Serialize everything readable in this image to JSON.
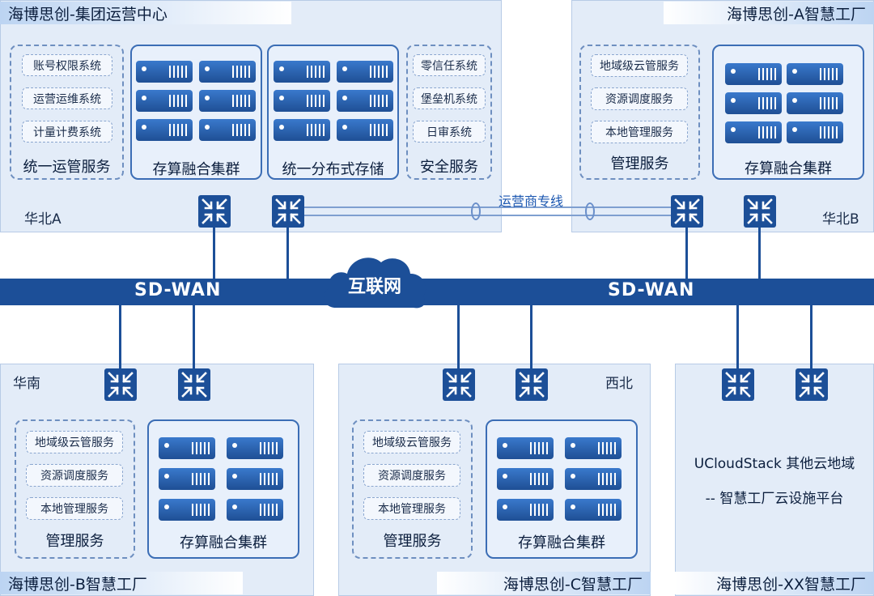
{
  "center": {
    "title": "海博思创-集团运营中心",
    "region": "华北A",
    "ops_items": [
      "账号权限系统",
      "运营运维系统",
      "计量计费系统"
    ],
    "ops_label": "统一运管服务",
    "cluster_label": "存算融合集群",
    "storage_label": "统一分布式存储",
    "security_items": [
      "零信任系统",
      "堡垒机系统",
      "日审系统"
    ],
    "security_label": "安全服务"
  },
  "factory_a": {
    "title": "海博思创-A智慧工厂",
    "region": "华北B",
    "mgmt_items": [
      "地域级云管服务",
      "资源调度服务",
      "本地管理服务"
    ],
    "mgmt_label": "管理服务",
    "cluster_label": "存算融合集群"
  },
  "factory_b": {
    "title": "海博思创-B智慧工厂",
    "region": "华南",
    "mgmt_items": [
      "地域级云管服务",
      "资源调度服务",
      "本地管理服务"
    ],
    "mgmt_label": "管理服务",
    "cluster_label": "存算融合集群"
  },
  "factory_c": {
    "title": "海博思创-C智慧工厂",
    "region": "西北",
    "mgmt_items": [
      "地域级云管服务",
      "资源调度服务",
      "本地管理服务"
    ],
    "mgmt_label": "管理服务",
    "cluster_label": "存算融合集群"
  },
  "factory_xx": {
    "title": "海博思创-XX智慧工厂",
    "line1": "UCloudStack 其他云地域",
    "line2": "-- 智慧工厂云设施平台"
  },
  "network": {
    "sdwan_left": "SD-WAN",
    "sdwan_right": "SD-WAN",
    "internet": "互联网",
    "leased_line": "运营商专线"
  },
  "colors": {
    "region_bg": "#e3ecf8",
    "network_blue": "#1c4f98",
    "server_blue": "#2e66b6",
    "dash_border": "#6e8fc0"
  },
  "icons": [
    "network-switch-icon",
    "server-rack-icon",
    "cloud-icon"
  ]
}
